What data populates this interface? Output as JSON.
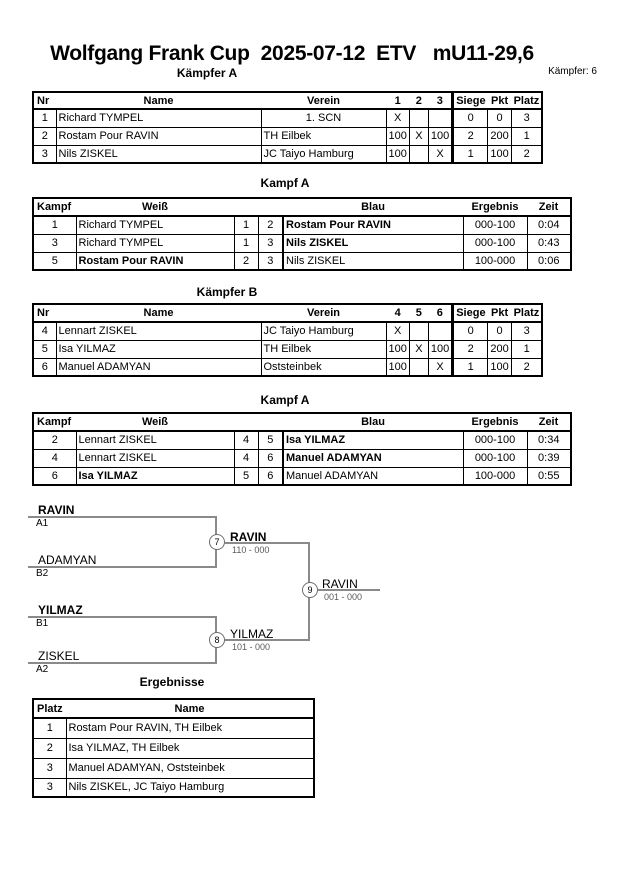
{
  "colors": {
    "text": "#000000",
    "bracket_line": "#8a8a8a",
    "score_text": "#595959",
    "background": "#ffffff"
  },
  "page": {
    "title": "Wolfgang Frank Cup  2025-07-12  ETV   mU11-29,6",
    "fighters_count": "Kämpfer: 6"
  },
  "pool_a": {
    "title": "Kämpfer A",
    "headers": {
      "nr": "Nr",
      "name": "Name",
      "verein": "Verein",
      "c1": "1",
      "c2": "2",
      "c3": "3",
      "siege": "Siege",
      "pkt": "Pkt",
      "platz": "Platz"
    },
    "rows": [
      {
        "nr": "1",
        "name": "Richard TYMPEL",
        "verein": "1. SCN",
        "c1": "X",
        "c2": "",
        "c3": "",
        "siege": "0",
        "pkt": "0",
        "platz": "3"
      },
      {
        "nr": "2",
        "name": "Rostam Pour RAVIN",
        "verein": "TH Eilbek",
        "c1": "100",
        "c2": "X",
        "c3": "100",
        "siege": "2",
        "pkt": "200",
        "platz": "1"
      },
      {
        "nr": "3",
        "name": "Nils ZISKEL",
        "verein": "JC Taiyo Hamburg",
        "c1": "100",
        "c2": "",
        "c3": "X",
        "siege": "1",
        "pkt": "100",
        "platz": "2"
      }
    ]
  },
  "matches_a": {
    "title": "Kampf A",
    "headers": {
      "kampf": "Kampf",
      "weiss": "Weiß",
      "n1": "",
      "n2": "",
      "blau": "Blau",
      "ergebnis": "Ergebnis",
      "zeit": "Zeit"
    },
    "rows": [
      {
        "kampf": "1",
        "weiss": "Richard TYMPEL",
        "n1": "1",
        "n2": "2",
        "blau": "Rostam Pour RAVIN",
        "ergebnis": "000-100",
        "zeit": "0:04"
      },
      {
        "kampf": "3",
        "weiss": "Richard TYMPEL",
        "n1": "1",
        "n2": "3",
        "blau": "Nils ZISKEL",
        "ergebnis": "000-100",
        "zeit": "0:43"
      },
      {
        "kampf": "5",
        "weiss": "Rostam Pour RAVIN",
        "n1": "2",
        "n2": "3",
        "blau": "Nils ZISKEL",
        "ergebnis": "100-000",
        "zeit": "0:06"
      }
    ]
  },
  "pool_b": {
    "title": "Kämpfer B",
    "headers": {
      "nr": "Nr",
      "name": "Name",
      "verein": "Verein",
      "c1": "4",
      "c2": "5",
      "c3": "6",
      "siege": "Siege",
      "pkt": "Pkt",
      "platz": "Platz"
    },
    "rows": [
      {
        "nr": "4",
        "name": "Lennart ZISKEL",
        "verein": "JC Taiyo Hamburg",
        "c1": "X",
        "c2": "",
        "c3": "",
        "siege": "0",
        "pkt": "0",
        "platz": "3"
      },
      {
        "nr": "5",
        "name": "Isa YILMAZ",
        "verein": "TH Eilbek",
        "c1": "100",
        "c2": "X",
        "c3": "100",
        "siege": "2",
        "pkt": "200",
        "platz": "1"
      },
      {
        "nr": "6",
        "name": "Manuel ADAMYAN",
        "verein": "Oststeinbek",
        "c1": "100",
        "c2": "",
        "c3": "X",
        "siege": "1",
        "pkt": "100",
        "platz": "2"
      }
    ]
  },
  "matches_b": {
    "title": "Kampf A",
    "headers": {
      "kampf": "Kampf",
      "weiss": "Weiß",
      "n1": "",
      "n2": "",
      "blau": "Blau",
      "ergebnis": "Ergebnis",
      "zeit": "Zeit"
    },
    "rows": [
      {
        "kampf": "2",
        "weiss": "Lennart ZISKEL",
        "n1": "4",
        "n2": "5",
        "blau": "Isa YILMAZ",
        "ergebnis": "000-100",
        "zeit": "0:34"
      },
      {
        "kampf": "4",
        "weiss": "Lennart ZISKEL",
        "n1": "4",
        "n2": "6",
        "blau": "Manuel ADAMYAN",
        "ergebnis": "000-100",
        "zeit": "0:39"
      },
      {
        "kampf": "6",
        "weiss": "Isa YILMAZ",
        "n1": "5",
        "n2": "6",
        "blau": "Manuel ADAMYAN",
        "ergebnis": "100-000",
        "zeit": "0:55"
      }
    ]
  },
  "bracket": {
    "entries": [
      {
        "name": "RAVIN",
        "seed": "A1"
      },
      {
        "name": "ADAMYAN",
        "seed": "B2"
      },
      {
        "name": "YILMAZ",
        "seed": "B1"
      },
      {
        "name": "ZISKEL",
        "seed": "A2"
      }
    ],
    "semifinal1": {
      "number": "7",
      "winner": "RAVIN",
      "score": "110 - 000"
    },
    "semifinal2": {
      "number": "8",
      "winner": "YILMAZ",
      "score": "101 - 000"
    },
    "final": {
      "number": "9",
      "winner": "RAVIN",
      "score": "001 - 000"
    }
  },
  "results": {
    "title": "Ergebnisse",
    "headers": {
      "platz": "Platz",
      "name": "Name"
    },
    "rows": [
      {
        "platz": "1",
        "name": "Rostam Pour RAVIN, TH Eilbek"
      },
      {
        "platz": "2",
        "name": "Isa YILMAZ, TH Eilbek"
      },
      {
        "platz": "3",
        "name": "Manuel ADAMYAN, Oststeinbek"
      },
      {
        "platz": "3",
        "name": "Nils ZISKEL, JC Taiyo Hamburg"
      }
    ]
  }
}
